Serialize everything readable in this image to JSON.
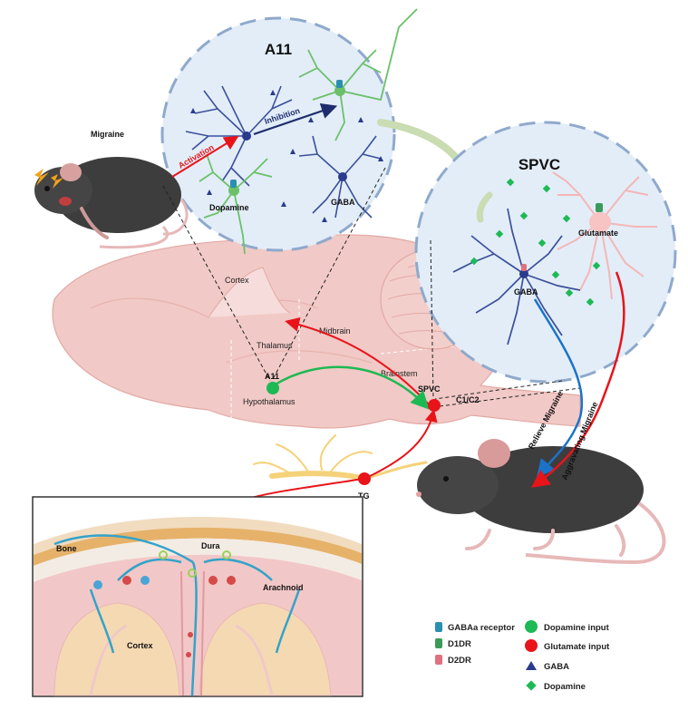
{
  "migraine_label": "Migraine",
  "a11_panel": {
    "title": "A11",
    "activation": "Activation",
    "inhibition": "Inhibition",
    "dopamine_neuron": "Dopamine",
    "gaba_neuron": "GABA"
  },
  "spvc_panel": {
    "title": "SPVC",
    "glutamate_neuron": "Glutamate",
    "gaba_neuron": "GABA"
  },
  "brain": {
    "cortex": "Cortex",
    "midbrain": "Midbrain",
    "thalamus": "Thalamus",
    "brainstem": "Brainstem",
    "hypothalamus": "Hypothalamus",
    "a11": "A11",
    "spvc": "SPVC",
    "c1c2": "C1/C2",
    "tg": "TG"
  },
  "mouse_labels": {
    "relieve": "Relieve Migraine",
    "aggravating": "Aggravating Migraine"
  },
  "inset": {
    "bone": "Bone",
    "dura": "Dura",
    "arachnoid": "Arachnoid",
    "cortex": "Cortex"
  },
  "legend": {
    "gabaa": "GABAa receptor",
    "d1dr": "D1DR",
    "d2dr": "D2DR",
    "dopamine_input": "Dopamine input",
    "glutamate_input": "Glutamate input",
    "gaba": "GABA",
    "dopamine": "Dopamine"
  },
  "colors": {
    "dopamine": "#1db954",
    "glutamate": "#e8141a",
    "gaba": "#2a3a8c",
    "relieve": "#1a73c8",
    "brain": "#f1c9c6"
  }
}
